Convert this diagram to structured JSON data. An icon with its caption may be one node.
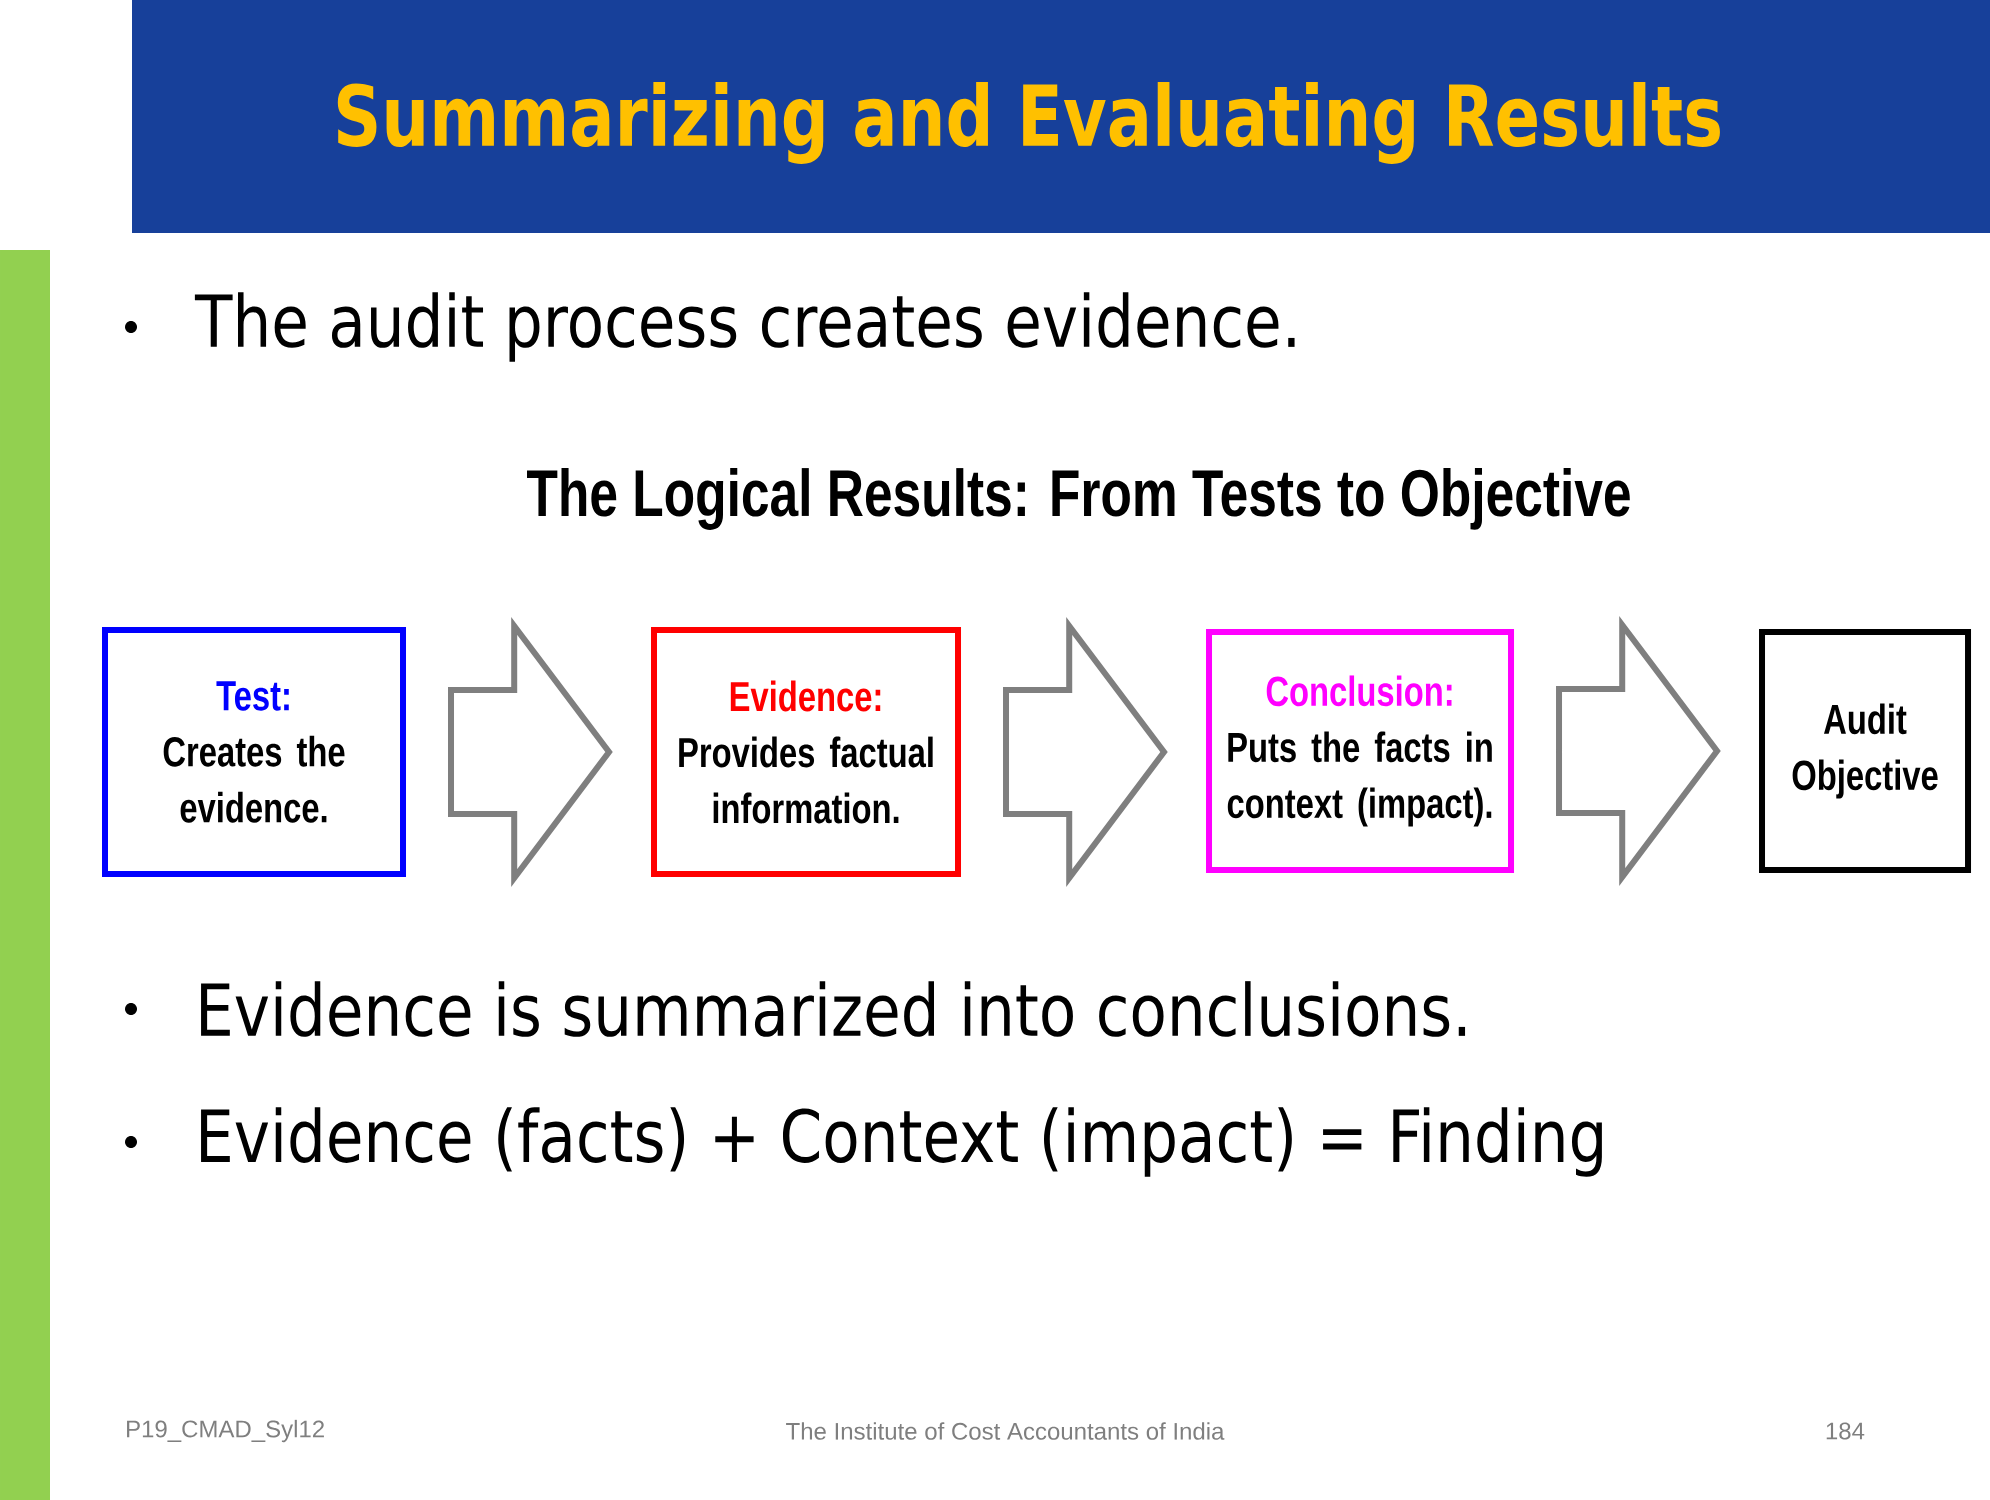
{
  "diagram": {
    "title": "Summarizing and Evaluating Results",
    "nodes": [
      {
        "text": [
          "Test:",
          "Creates the evidence."
        ]
      },
      {
        "text": [
          "Evidence:",
          "Provides factual information."
        ]
      },
      {
        "text": [
          "Conclusion:",
          "Puts the facts in context (impact)."
        ]
      },
      {
        "text": [
          "Audit Objective"
        ]
      }
    ],
    "edges": [
      {
        "from": 0,
        "to": 1,
        "arrow": "to"
      },
      {
        "from": 1,
        "to": 2,
        "arrow": "to"
      },
      {
        "from": 2,
        "to": 3,
        "arrow": "to"
      }
    ],
    "labels": [
      "The audit process creates evidence.",
      "The Logical Results:  From Tests to Objective",
      "Evidence is summarized into conclusions.",
      "Evidence (facts) + Context (impact) = Finding",
      "P19_CMAD_Syl12",
      "The Institute of Cost Accountants of India",
      "184"
    ]
  }
}
